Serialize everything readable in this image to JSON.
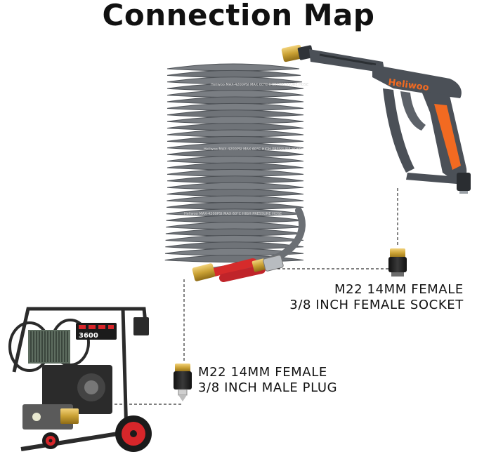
{
  "title": "Connection Map",
  "gun_brand": "Heliwoo",
  "machine_display": "3600",
  "socket_label": {
    "line1": "M22 14MM FEMALE",
    "line2": "3/8 INCH FEMALE SOCKET"
  },
  "plug_label": {
    "line1": "M22 14MM FEMALE",
    "line2": "3/8 INCH MALE PLUG"
  },
  "hose_print": "Heliwoo MAX-4200PSI MAX 60°C HIGH PRESSURE HOSE",
  "colors": {
    "hose": "#6f7378",
    "brass": "#c9a033",
    "gun_body": "#4b5057",
    "gun_accent": "#f26a21",
    "hose_cover": "#d62b2b",
    "wheel_red": "#d7262a"
  }
}
